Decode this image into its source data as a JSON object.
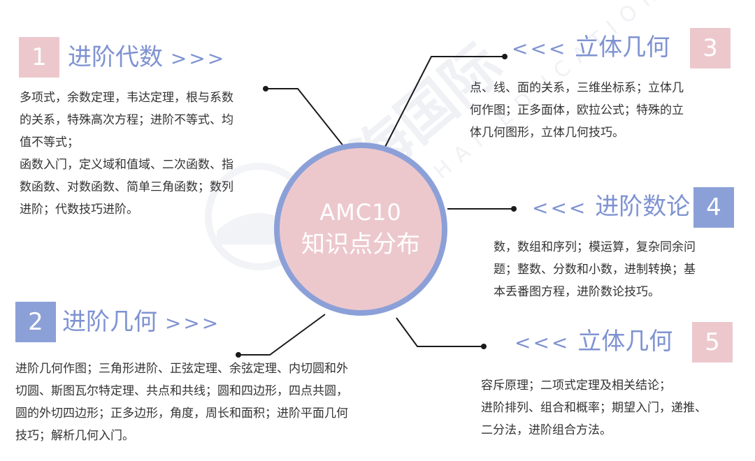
{
  "center": {
    "title": "AMC10",
    "subtitle": "知识点分布"
  },
  "sections": {
    "s1": {
      "number": "1",
      "title": "进阶代数",
      "arrows": ">>>",
      "lines": [
        "多项式，余数定理，韦达定理，根与系数",
        "的关系，特殊高次方程；进阶不等式、均",
        "值不等式；",
        "函数入门，定义域和值域、二次函数、指",
        "数函数、对数函数、简单三角函数；数列",
        "进阶；代数技巧进阶。"
      ]
    },
    "s2": {
      "number": "2",
      "title": "进阶几何",
      "arrows": ">>>",
      "lines": [
        "进阶几何作图；三角形进阶、正弦定理、余弦定理、内切圆和外",
        "切圆、斯图瓦尔特定理、共点和共线；圆和四边形，四点共圆，",
        "圆的外切四边形；正多边形，角度，周长和面积；进阶平面几何",
        "技巧；解析几何入门。"
      ]
    },
    "s3": {
      "number": "3",
      "title": "立体几何",
      "arrows": "<<<",
      "lines": [
        "点、线、面的关系，三维坐标系；立体几",
        "何作图；正多面体，欧拉公式；特殊的立",
        "体几何图形，立体几何技巧。"
      ]
    },
    "s4": {
      "number": "4",
      "title": "进阶数论",
      "arrows": "<<<",
      "lines": [
        "数，数组和序列；模运算，复杂同余问",
        "题；整数、分数和小数，进制转换；基",
        "本丢番图方程，进阶数论技巧。"
      ]
    },
    "s5": {
      "number": "5",
      "title": "立体几何",
      "arrows": "<<<",
      "lines": [
        "容斥原理；二项式定理及相关结论；",
        "进阶排列、组合和概率；期望入门，递推、",
        "二分法，进阶组合方法。"
      ]
    }
  },
  "watermark": {
    "brand": "翰海国际",
    "en": "HANHAI EDUCATION"
  },
  "colors": {
    "pink": "#ecc8cd",
    "blue": "#8ca0d8",
    "heading": "#7f93d2",
    "text": "#333333"
  }
}
